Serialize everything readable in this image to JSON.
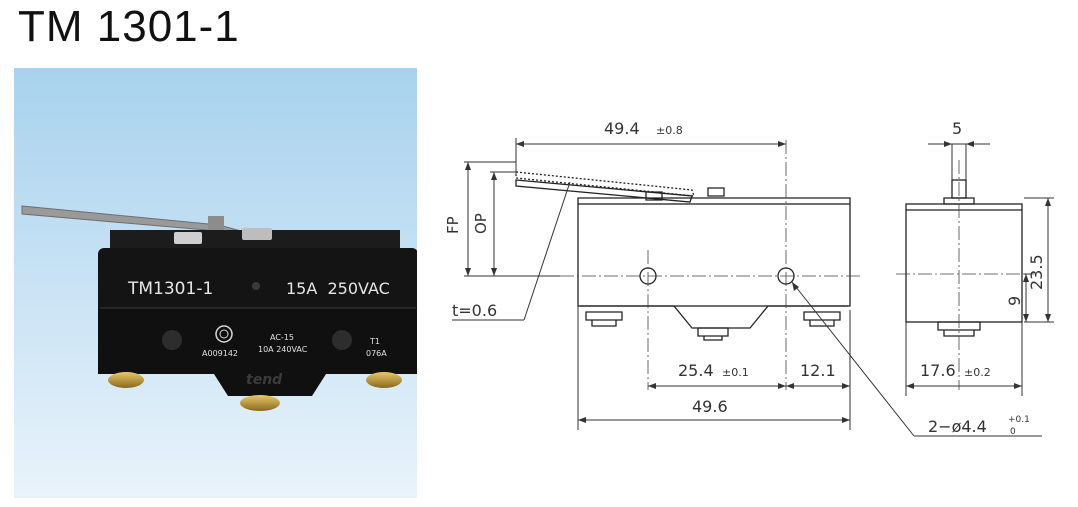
{
  "page": {
    "title": "TM 1301-1"
  },
  "colors": {
    "sky_top": "#a8d2ee",
    "sky_bottom": "#e9f3fb",
    "switch_body": "#141414",
    "switch_text": "#e6e6e6",
    "terminal": "#b8902e",
    "lever": "#9a9a9a",
    "line": "#333333"
  },
  "photo": {
    "model_text": "TM1301-1",
    "rating_text": "15A  250VAC",
    "cert_code": "A009142",
    "ac_rating": "AC-15",
    "ac_values": "10A 240VAC",
    "temp_code": "T1",
    "batch_code": "076A",
    "brand": "tend"
  },
  "drawing": {
    "dim_lever_length": "49.4",
    "dim_lever_tol": "±0.8",
    "dim_fp": "FP",
    "dim_op": "OP",
    "dim_thickness": "t=0.6",
    "dim_hole_spacing": "25.4",
    "dim_hole_spacing_tol": "±0.1",
    "dim_hole_offset": "12.1",
    "dim_body_length": "49.6",
    "dim_holes": "2−ø4.4",
    "dim_holes_tol_upper": "+0.1",
    "dim_holes_tol_lower": "0",
    "dim_plunger_width": "5",
    "dim_height": "23.5",
    "dim_hole_height": "9",
    "dim_body_width": "17.6",
    "dim_body_width_tol": "±0.2"
  }
}
